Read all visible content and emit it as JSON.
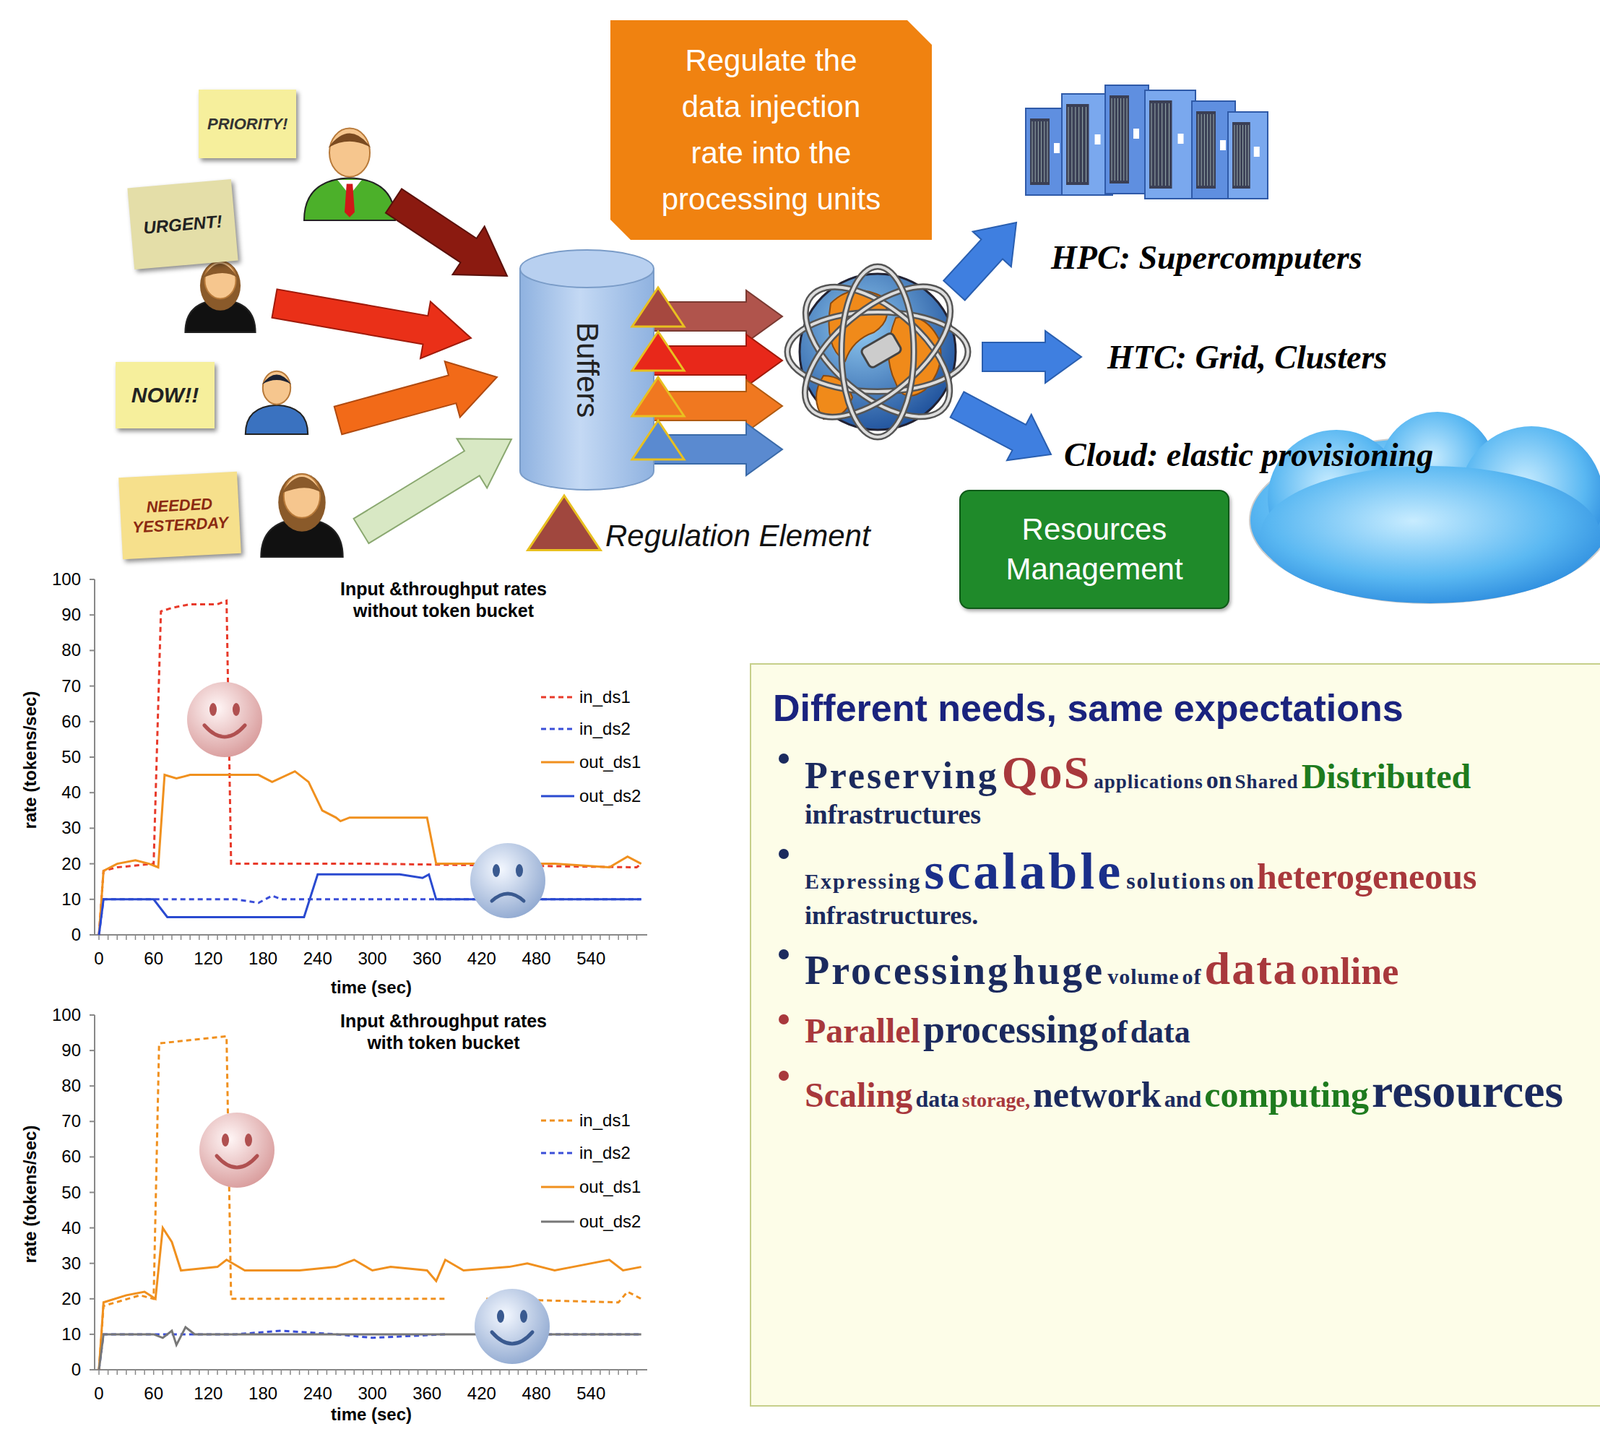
{
  "diagram": {
    "nodes": [
      {
        "text": [
          "Regulate the data injection rate into the processing units"
        ]
      },
      {
        "text": [
          "PRIORITY!"
        ]
      },
      {
        "text": [
          "URGENT!"
        ]
      },
      {
        "text": [
          "NOW!!"
        ]
      },
      {
        "text": [
          "NEEDED YESTERDAY"
        ]
      },
      {
        "text": [
          "Buffers"
        ]
      },
      {
        "text": [
          "Resources Management"
        ]
      },
      {
        "text": [
          "Different needs, same expectations",
          "Preserving QoS applications on Shared Distributed infrastructures",
          "Expressing scalable solutions on heterogeneous infrastructures.",
          "Processing huge volume of data online",
          "Parallel processing of data",
          "Scaling data storage, network and computing resources"
        ]
      }
    ],
    "labels": [
      "HPC: Supercomputers",
      "HTC: Grid, Clusters",
      "Cloud: elastic provisioning",
      "Regulation Element",
      "Input &throughput rates without token bucket",
      "0",
      "10",
      "20",
      "30",
      "40",
      "50",
      "60",
      "70",
      "80",
      "90",
      "100",
      "0",
      "60",
      "120",
      "180",
      "240",
      "300",
      "360",
      "420",
      "480",
      "540",
      "time (sec)",
      "rate (tokens/sec)",
      "Input &throughput rates with token bucket",
      "0",
      "10",
      "20",
      "30",
      "40",
      "50",
      "60",
      "70",
      "80",
      "90",
      "100",
      "0",
      "60",
      "120",
      "180",
      "240",
      "300",
      "360",
      "420",
      "480",
      "540",
      "time (sec)",
      "rate (tokens/sec)"
    ],
    "legend": [
      {
        "text": "in_ds1"
      },
      {
        "text": "in_ds2"
      },
      {
        "text": "out_ds1"
      },
      {
        "text": "out_ds2"
      },
      {
        "text": "in_ds1"
      },
      {
        "text": "in_ds2"
      },
      {
        "text": "out_ds1"
      },
      {
        "text": "out_ds2"
      }
    ]
  }
}
